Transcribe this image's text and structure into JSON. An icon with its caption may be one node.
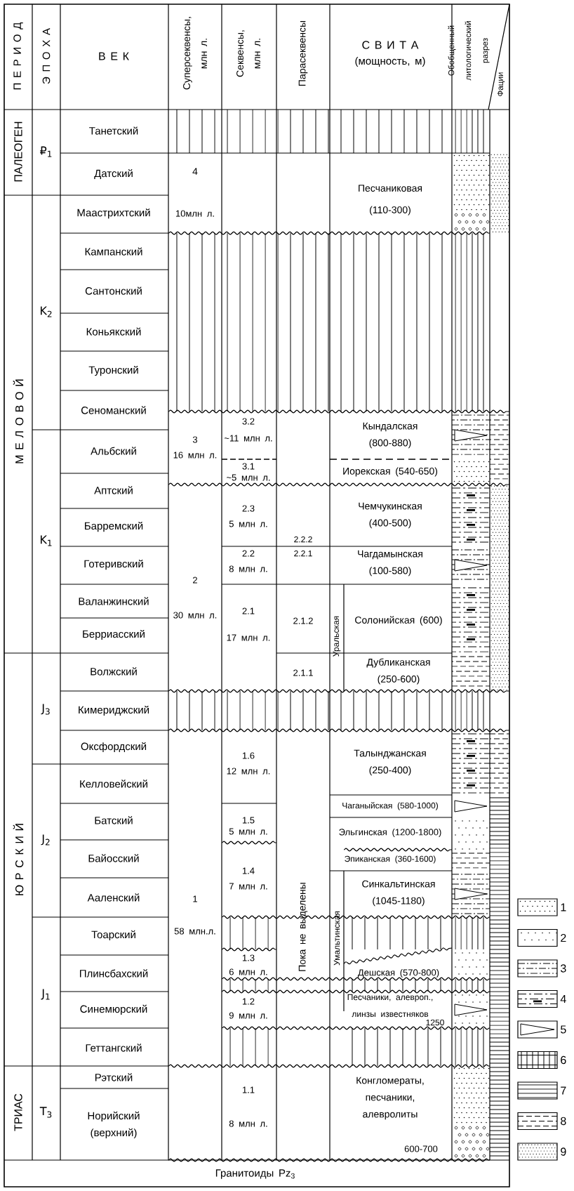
{
  "diagram": {
    "labels": [
      "П Е Р И О Д",
      "Э П О Х А",
      "В Е К",
      "Суперсеквенсы, млн л.",
      "Секвенсы, млн л.",
      "Парасеквенсы",
      "С В И Т А",
      "(мощность, м)",
      "Обобщенный литологический разрез",
      "Фации",
      "ПАЛЕОГЕН",
      "₽$_{1}$",
      "Танетский",
      "Датский",
      "4",
      "Песчаниковая",
      "Маастрихтский",
      "10млн л.",
      "(110-300)",
      "М Е Л О В О Й",
      "K$_{2}$",
      "Кампанский",
      "Сантонский",
      "Коньякский",
      "Туронский",
      "Сеноманский",
      "3.2",
      "~11 млн л.",
      "Кындалская (800-880)",
      "Альбский",
      "3",
      "16 млн л.",
      "3.1",
      "~5 млн л.",
      "Иорекская (540-650)",
      "K$_{1}$",
      "Аптский",
      "2.3",
      "5 млн л.",
      "Чемчукинская (400-500)",
      "Барремский",
      "2.2.2",
      "2.2.1",
      "Готеривский",
      "2.2",
      "8 млн л.",
      "Чагдамынская (100-580)",
      "2",
      "Валанжинский",
      "30 млн л.",
      "2.1",
      "2.1.2",
      "Уральская",
      "Солонийская (600)",
      "17 млн л.",
      "Берриасский",
      "Ю Р С К И Й",
      "Волжский",
      "2.1.1",
      "Дубликанская (250-600)",
      "J$_{3}$",
      "Кимериджский",
      "Оксфордский",
      "1.6",
      "12 млн л.",
      "Талынджанская (250-400)",
      "Келловейский",
      "J$_{2}$",
      "Чаганыйская (580-1000)",
      "Батский",
      "1.5",
      "5 млн л.",
      "Эльгинская (1200-1800)",
      "Байосский",
      "Эпиканская (360-1600)",
      "Пока не выделены",
      "1.4",
      "7 млн л.",
      "Синкальтинская (1045-1180)",
      "Умальтинская",
      "Ааленский",
      "1",
      "58 млн.л.",
      "Тоарский",
      "J$_{1}$",
      "1.3",
      "Плинсбахский",
      "6 млн л.",
      "Дешская (570-800)",
      "1.2",
      "9 млн л.",
      "Песчаники, алевроп., линзы известняков",
      "1250",
      "Синемюрский",
      "Геттангский",
      "ТРИАС",
      "T$_{3}$",
      "Рэтский",
      "1.1",
      "Конгломераты, песчаники, алевролиты",
      "Норийский (верхний)",
      "8 млн л.",
      "600-700",
      "Гранитоиды Pz$_{3}$"
    ],
    "legend": [
      {
        "text": "1"
      },
      {
        "text": "2"
      },
      {
        "text": "3"
      },
      {
        "text": "4"
      },
      {
        "text": "5"
      },
      {
        "text": "6"
      },
      {
        "text": "7"
      },
      {
        "text": "8"
      },
      {
        "text": "9"
      }
    ]
  }
}
